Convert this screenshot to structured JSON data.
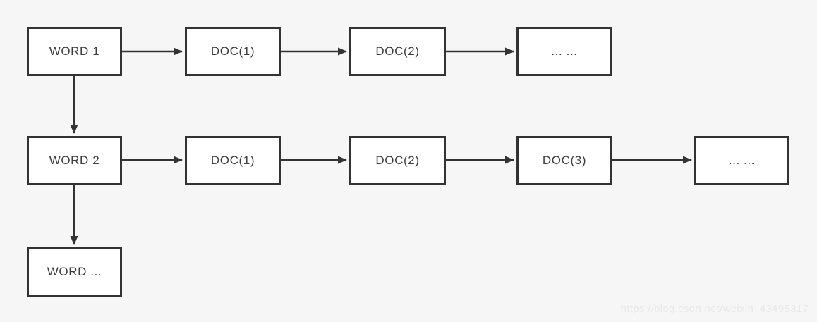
{
  "page": {
    "background": "#f6f6f6",
    "watermark": "https://blog.csdn.net/weixin_43495317"
  },
  "colors": {
    "node_border": "#333333",
    "node_fill": "#ffffff",
    "node_text": "#3d3d3d",
    "arrow": "#333333",
    "watermark_text": "#e8e8e8"
  },
  "diagram": {
    "type": "flowchart",
    "rows": [
      {
        "nodes": [
          {
            "label": "WORD 1"
          },
          {
            "label": "DOC(1)"
          },
          {
            "label": "DOC(2)"
          },
          {
            "label": "... ..."
          }
        ]
      },
      {
        "nodes": [
          {
            "label": "WORD 2"
          },
          {
            "label": "DOC(1)"
          },
          {
            "label": "DOC(2)"
          },
          {
            "label": "DOC(3)"
          },
          {
            "label": "... ..."
          }
        ]
      },
      {
        "nodes": [
          {
            "label": "WORD ..."
          }
        ]
      }
    ],
    "edges": [
      {
        "from": "WORD 1",
        "to": "DOC(1)",
        "row": 1
      },
      {
        "from": "DOC(1)",
        "to": "DOC(2)",
        "row": 1
      },
      {
        "from": "DOC(2)",
        "to": "... ...",
        "row": 1
      },
      {
        "from": "WORD 2",
        "to": "DOC(1)",
        "row": 2
      },
      {
        "from": "DOC(1)",
        "to": "DOC(2)",
        "row": 2
      },
      {
        "from": "DOC(2)",
        "to": "DOC(3)",
        "row": 2
      },
      {
        "from": "DOC(3)",
        "to": "... ...",
        "row": 2
      },
      {
        "from": "WORD 1",
        "to": "WORD 2",
        "direction": "vertical"
      },
      {
        "from": "WORD 2",
        "to": "WORD ...",
        "direction": "vertical"
      }
    ]
  }
}
